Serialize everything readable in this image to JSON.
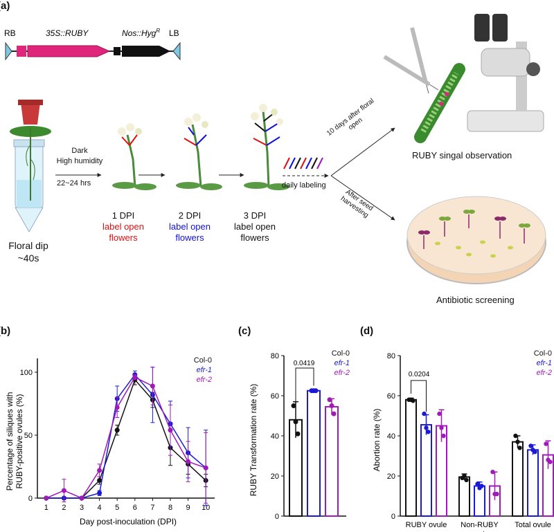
{
  "panel_a": {
    "label": "(a)",
    "construct": {
      "rb": "RB",
      "ruby": "35S::RUBY",
      "nos": "Nos::Hyg",
      "nos_sup": "R",
      "lb": "LB"
    },
    "conditions": {
      "line1": "Dark",
      "line2": "High humidity",
      "time": "22~24 hrs"
    },
    "floral_dip": {
      "line1": "Floral dip",
      "line2": "~40s"
    },
    "dpi1": {
      "title": "1 DPI",
      "line1": "label open",
      "line2": "flowers"
    },
    "dpi2": {
      "title": "2 DPI",
      "line1": "label open",
      "line2": "flowers"
    },
    "dpi3": {
      "title": "3 DPI",
      "line1": "label open",
      "line2": "flowers"
    },
    "daily_labeling": "daily labeling",
    "arrow_up_text": {
      "line1": "10 days after floral",
      "line2": "open"
    },
    "arrow_down_text": {
      "line1": "After seed",
      "line2": "harvesting"
    },
    "ruby_observation": "RUBY singal observation",
    "antibiotic": "Antibiotic screening",
    "colors": {
      "red": "#e01010",
      "blue": "#1010e0",
      "black": "#111111",
      "ruby_pink": "#e0267a"
    }
  },
  "panel_b": {
    "label": "(b)",
    "legend": [
      "Col-0",
      "efr-1",
      "efr-2"
    ],
    "chart_data": {
      "type": "line",
      "title": "",
      "xlabel": "Day post-inoculation (DPI)",
      "ylabel": "Percentage of siliques with RUBY-positive ovules (%)",
      "ylabel_line1": "Percentage of siliques with",
      "ylabel_line2": "RUBY-positive ovules (%)",
      "x": [
        1,
        2,
        3,
        4,
        5,
        6,
        7,
        8,
        9,
        10
      ],
      "ylim": [
        0,
        100
      ],
      "yticks": [
        0,
        50,
        100
      ],
      "series": [
        {
          "name": "Col-0",
          "color": "#111111",
          "values": [
            0,
            0,
            0,
            14,
            54,
            94,
            78,
            40,
            27,
            14
          ],
          "err": [
            0,
            0,
            0,
            3,
            4,
            4,
            6,
            14,
            8,
            5
          ]
        },
        {
          "name": "efr-1",
          "color": "#1a1ad6",
          "values": [
            0,
            0,
            0,
            4,
            79,
            98,
            82,
            59,
            36,
            24
          ],
          "err": [
            0,
            0,
            0,
            2,
            10,
            3,
            22,
            18,
            20,
            30
          ]
        },
        {
          "name": "efr-2",
          "color": "#a01ab8",
          "values": [
            0,
            6,
            0,
            22,
            72,
            96,
            89,
            54,
            29,
            24
          ],
          "err": [
            0,
            9,
            0,
            5,
            8,
            2,
            15,
            20,
            16,
            28
          ]
        }
      ]
    }
  },
  "panel_c": {
    "label": "(c)",
    "legend": [
      "Col-0",
      "efr-1",
      "efr-2"
    ],
    "chart_data": {
      "type": "bar",
      "ylabel": "RUBY Transformation rate (%)",
      "ylim": [
        0,
        80
      ],
      "yticks": [
        0,
        20,
        40,
        60,
        80
      ],
      "series": [
        {
          "name": "Col-0",
          "color": "#111111",
          "value": 48,
          "err": 9,
          "points": [
            55,
            47,
            41
          ]
        },
        {
          "name": "efr-1",
          "color": "#1a1ad6",
          "value": 62.5,
          "err": 0.5,
          "points": [
            62.5,
            62.5,
            62.5
          ]
        },
        {
          "name": "efr-2",
          "color": "#a01ab8",
          "value": 54.5,
          "err": 4,
          "points": [
            58,
            55,
            51
          ]
        }
      ],
      "annotation": "0.0419"
    }
  },
  "panel_d": {
    "label": "(d)",
    "legend": [
      "Col-0",
      "efr-1",
      "efr-2"
    ],
    "chart_data": {
      "type": "bar",
      "ylabel": "Abortion rate (%)",
      "ylim": [
        0,
        80
      ],
      "yticks": [
        0,
        20,
        40,
        60,
        80
      ],
      "categories": [
        "RUBY ovule",
        "Non-RUBY ovule",
        "Total ovule"
      ],
      "category_lines": [
        [
          "RUBY ovule"
        ],
        [
          "Non-RUBY",
          "ovule"
        ],
        [
          "Total ovule"
        ]
      ],
      "series": [
        {
          "name": "Col-0",
          "color": "#111111",
          "values": [
            58,
            19.5,
            37
          ],
          "err": [
            0.8,
            1.5,
            3
          ]
        },
        {
          "name": "efr-1",
          "color": "#1a1ad6",
          "values": [
            45.5,
            15,
            33
          ],
          "err": [
            5,
            2,
            2.5
          ]
        },
        {
          "name": "efr-2",
          "color": "#a01ab8",
          "values": [
            45,
            15,
            30.5
          ],
          "err": [
            8,
            7,
            7
          ]
        }
      ],
      "points": [
        [
          [
            58,
            58,
            57.5
          ],
          [
            19,
            20,
            18
          ],
          [
            40,
            37,
            34
          ]
        ],
        [
          [
            51,
            44,
            42
          ],
          [
            16,
            14,
            15
          ],
          [
            35,
            33,
            32
          ]
        ],
        [
          [
            51,
            44,
            40
          ],
          [
            22,
            11,
            11
          ],
          [
            36,
            28,
            27
          ]
        ]
      ],
      "annotation": "0.0204"
    }
  }
}
